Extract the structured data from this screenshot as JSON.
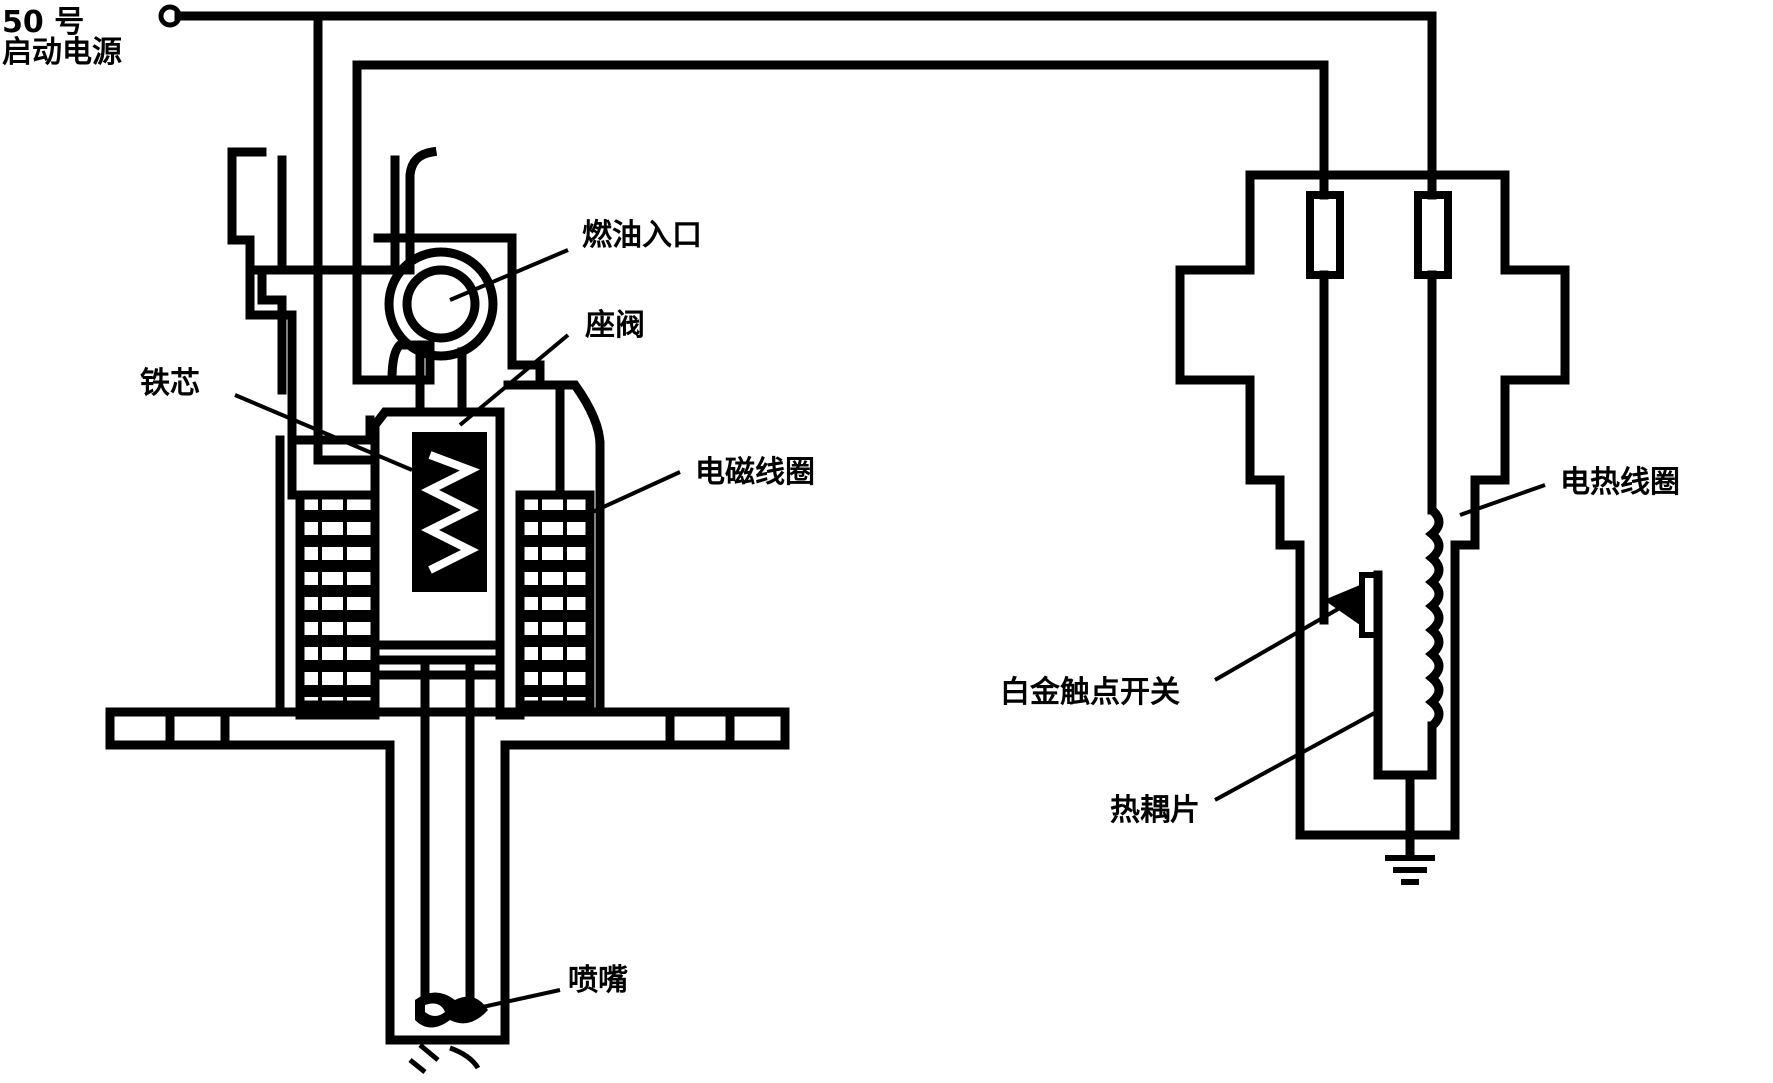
{
  "labels": {
    "power_line1": "50 号",
    "power_line2": "启动电源",
    "fuel_inlet": "燃油入口",
    "seat_valve": "座阀",
    "iron_core": "铁芯",
    "solenoid_coil": "电磁线圈",
    "nozzle": "喷嘴",
    "heating_coil": "电热线圈",
    "platinum_switch": "白金触点开关",
    "thermocouple": "热耦片"
  },
  "colors": {
    "line": "#000000",
    "background": "#ffffff"
  }
}
